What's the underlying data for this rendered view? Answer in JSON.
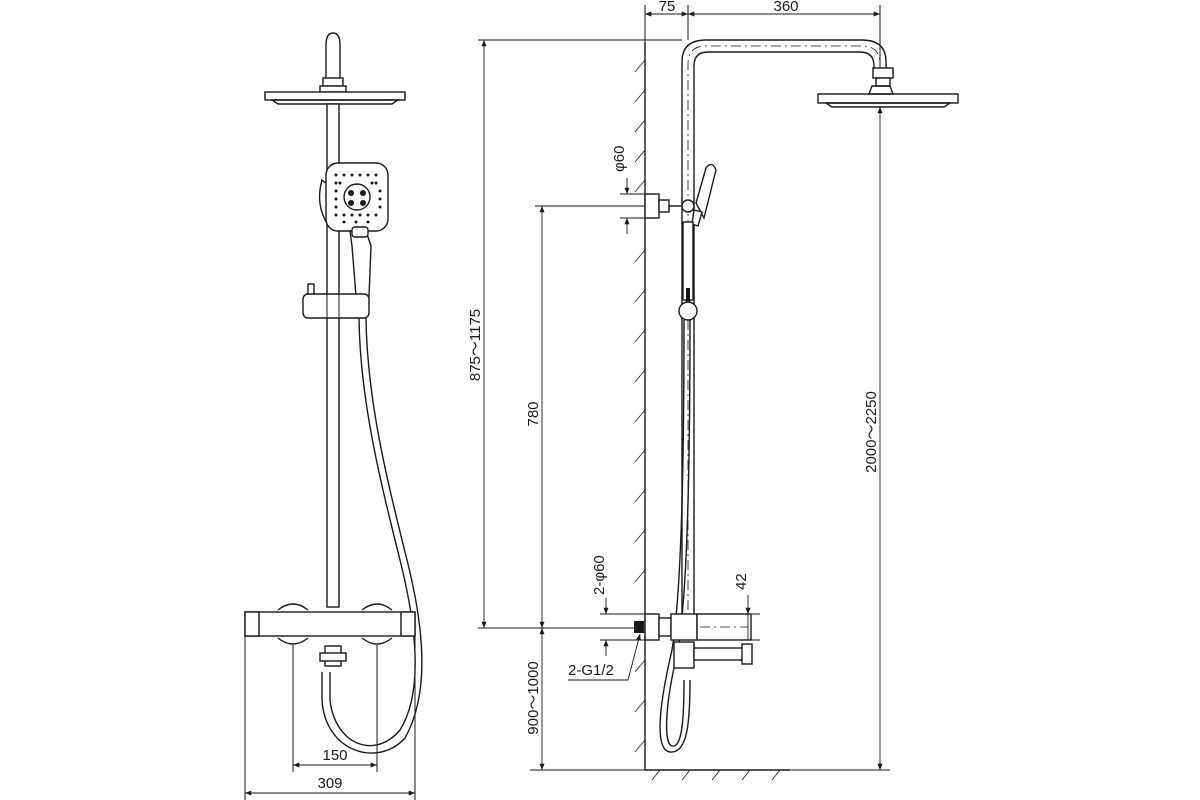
{
  "dimensions": {
    "width_309": "309",
    "spacing_150": "150",
    "offset_75": "75",
    "arm_360": "360",
    "diam_60": "φ60",
    "height_875_1175": "875～1175",
    "height_780": "780",
    "height_2000_2250": "2000～2250",
    "inlets_2_60": "2-φ60",
    "inlet_42": "42",
    "thread_2_g12": "2-G1/2",
    "height_900_1000": "900～1000"
  }
}
